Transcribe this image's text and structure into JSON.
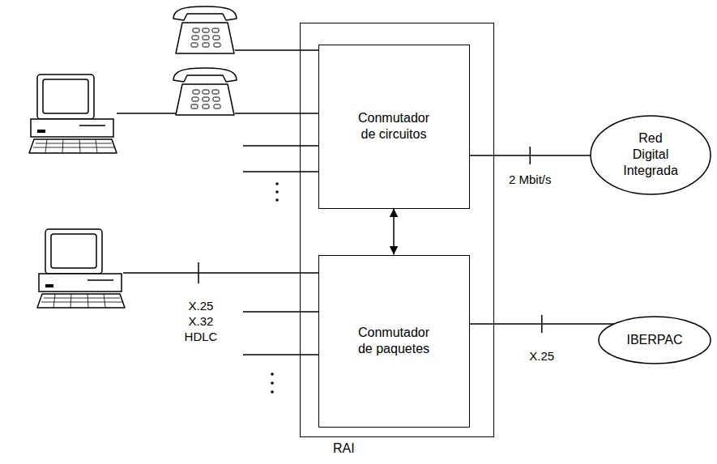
{
  "diagram": {
    "nodes": [
      {
        "text": [
          "RAI"
        ]
      },
      {
        "text": [
          "Conmutador de circuitos"
        ],
        "in": 0
      },
      {
        "text": [
          "Conmutador de paquetes"
        ],
        "in": 0
      },
      {
        "text": [
          "Red Digital Integrada"
        ]
      },
      {
        "text": [
          "IBERPAC"
        ]
      }
    ],
    "edges": [
      {
        "from": 1,
        "to": 2,
        "arrow": "both"
      },
      {
        "from": 1,
        "to": 3,
        "label": "2 Mbit/s",
        "arrow": "none"
      },
      {
        "from": 2,
        "to": 4,
        "label": "X.25",
        "arrow": "none"
      }
    ],
    "labels": [
      "X.25",
      "X.32",
      "HDLC"
    ]
  }
}
